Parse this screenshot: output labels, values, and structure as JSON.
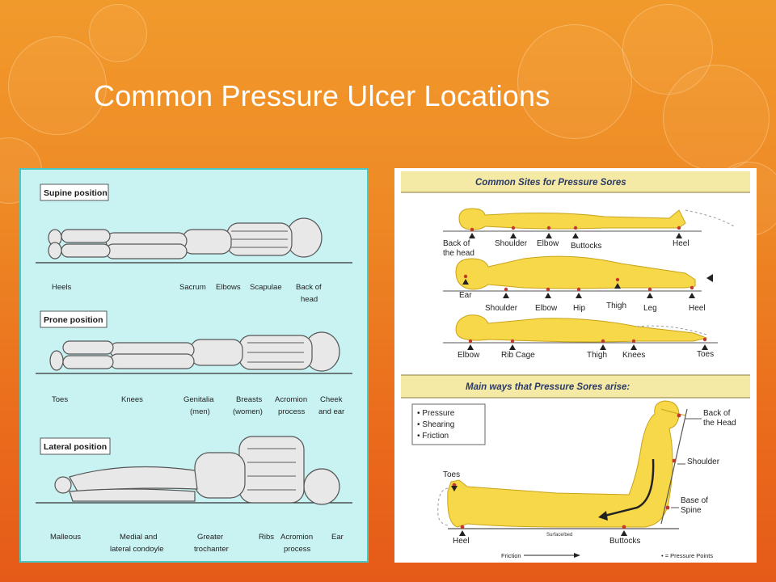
{
  "slide": {
    "title": "Common Pressure Ulcer Locations"
  },
  "left_figure": {
    "sections": [
      {
        "header": "Supine position",
        "labels": [
          "Heels",
          "Sacrum",
          "Elbows",
          "Scapulae",
          "Back of",
          "head"
        ]
      },
      {
        "header": "Prone position",
        "labels": [
          "Toes",
          "Knees",
          "Genitalia",
          "(men)",
          "Breasts",
          "(women)",
          "Acromion",
          "process",
          "Cheek",
          "and ear"
        ]
      },
      {
        "header": "Lateral position",
        "labels": [
          "Malleous",
          "Medial and",
          "lateral condoyle",
          "Greater",
          "trochanter",
          "Ribs",
          "Acromion",
          "process",
          "Ear"
        ]
      }
    ]
  },
  "right_figure": {
    "title_top": "Common Sites for Pressure Sores",
    "row1_labels": [
      "Back of",
      "the head",
      "Shoulder",
      "Elbow",
      "Buttocks",
      "Heel"
    ],
    "row2_labels": [
      "Ear",
      "Shoulder",
      "Elbow",
      "Hip",
      "Thigh",
      "Leg",
      "Heel"
    ],
    "row3_labels": [
      "Elbow",
      "Rib Cage",
      "Thigh",
      "Knees",
      "Toes"
    ],
    "title_bottom": "Main ways that Pressure Sores arise:",
    "legend_items": [
      "• Pressure",
      "• Shearing",
      "• Friction"
    ],
    "bottom_labels": [
      "Back of",
      "the Head",
      "Shoulder",
      "Base of",
      "Spine",
      "Toes",
      "Heel",
      "Buttocks",
      "Friction",
      "• = Pressure Points",
      "Surface/bed"
    ],
    "colors": {
      "body": "#f7d848",
      "header_band": "#f5e9a6",
      "pressure_point": "#c0392b"
    }
  }
}
